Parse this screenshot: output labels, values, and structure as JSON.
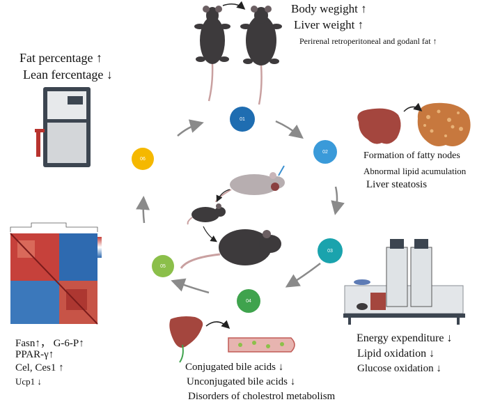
{
  "steps": [
    {
      "num": "01",
      "color": "#1f6db1"
    },
    {
      "num": "02",
      "color": "#3a9ad9"
    },
    {
      "num": "03",
      "color": "#1aa3ad"
    },
    {
      "num": "04",
      "color": "#3fa34d"
    },
    {
      "num": "05",
      "color": "#8bbf4a"
    },
    {
      "num": "06",
      "color": "#f5b800"
    }
  ],
  "top": {
    "body_weight": "Body wegight ↑",
    "liver_weight": "Liver weight ↑",
    "fat": "Perirenal retroperitoneal and godanl fat ↑"
  },
  "liver": {
    "line1": "Formation of fatty nodes",
    "line2": "Abnormal lipid acumulation",
    "line3": "Liver steatosis"
  },
  "energy": {
    "line1": "Energy expenditure ↓",
    "line2": "Lipid oxidation ↓",
    "line3": "Glucose oxidation ↓"
  },
  "bile": {
    "line1": "Conjugated bile acids ↓",
    "line2": "Unconjugated bile acids ↓",
    "line3": "Disorders of cholestrol metabolism"
  },
  "genes": {
    "line1": "Fasn↑， G-6-P↑",
    "line2": "PPAR-γ↑",
    "line3": "Cel, Ces1 ↑",
    "line4": "Ucp1 ↓"
  },
  "body_comp": {
    "line1": "Fat percentage ↑",
    "line2": "Lean fercentage ↓"
  },
  "colors": {
    "mouse_dark": "#3d3a3c",
    "liver_red": "#a4463e",
    "liver_fatty": "#c7783e"
  }
}
